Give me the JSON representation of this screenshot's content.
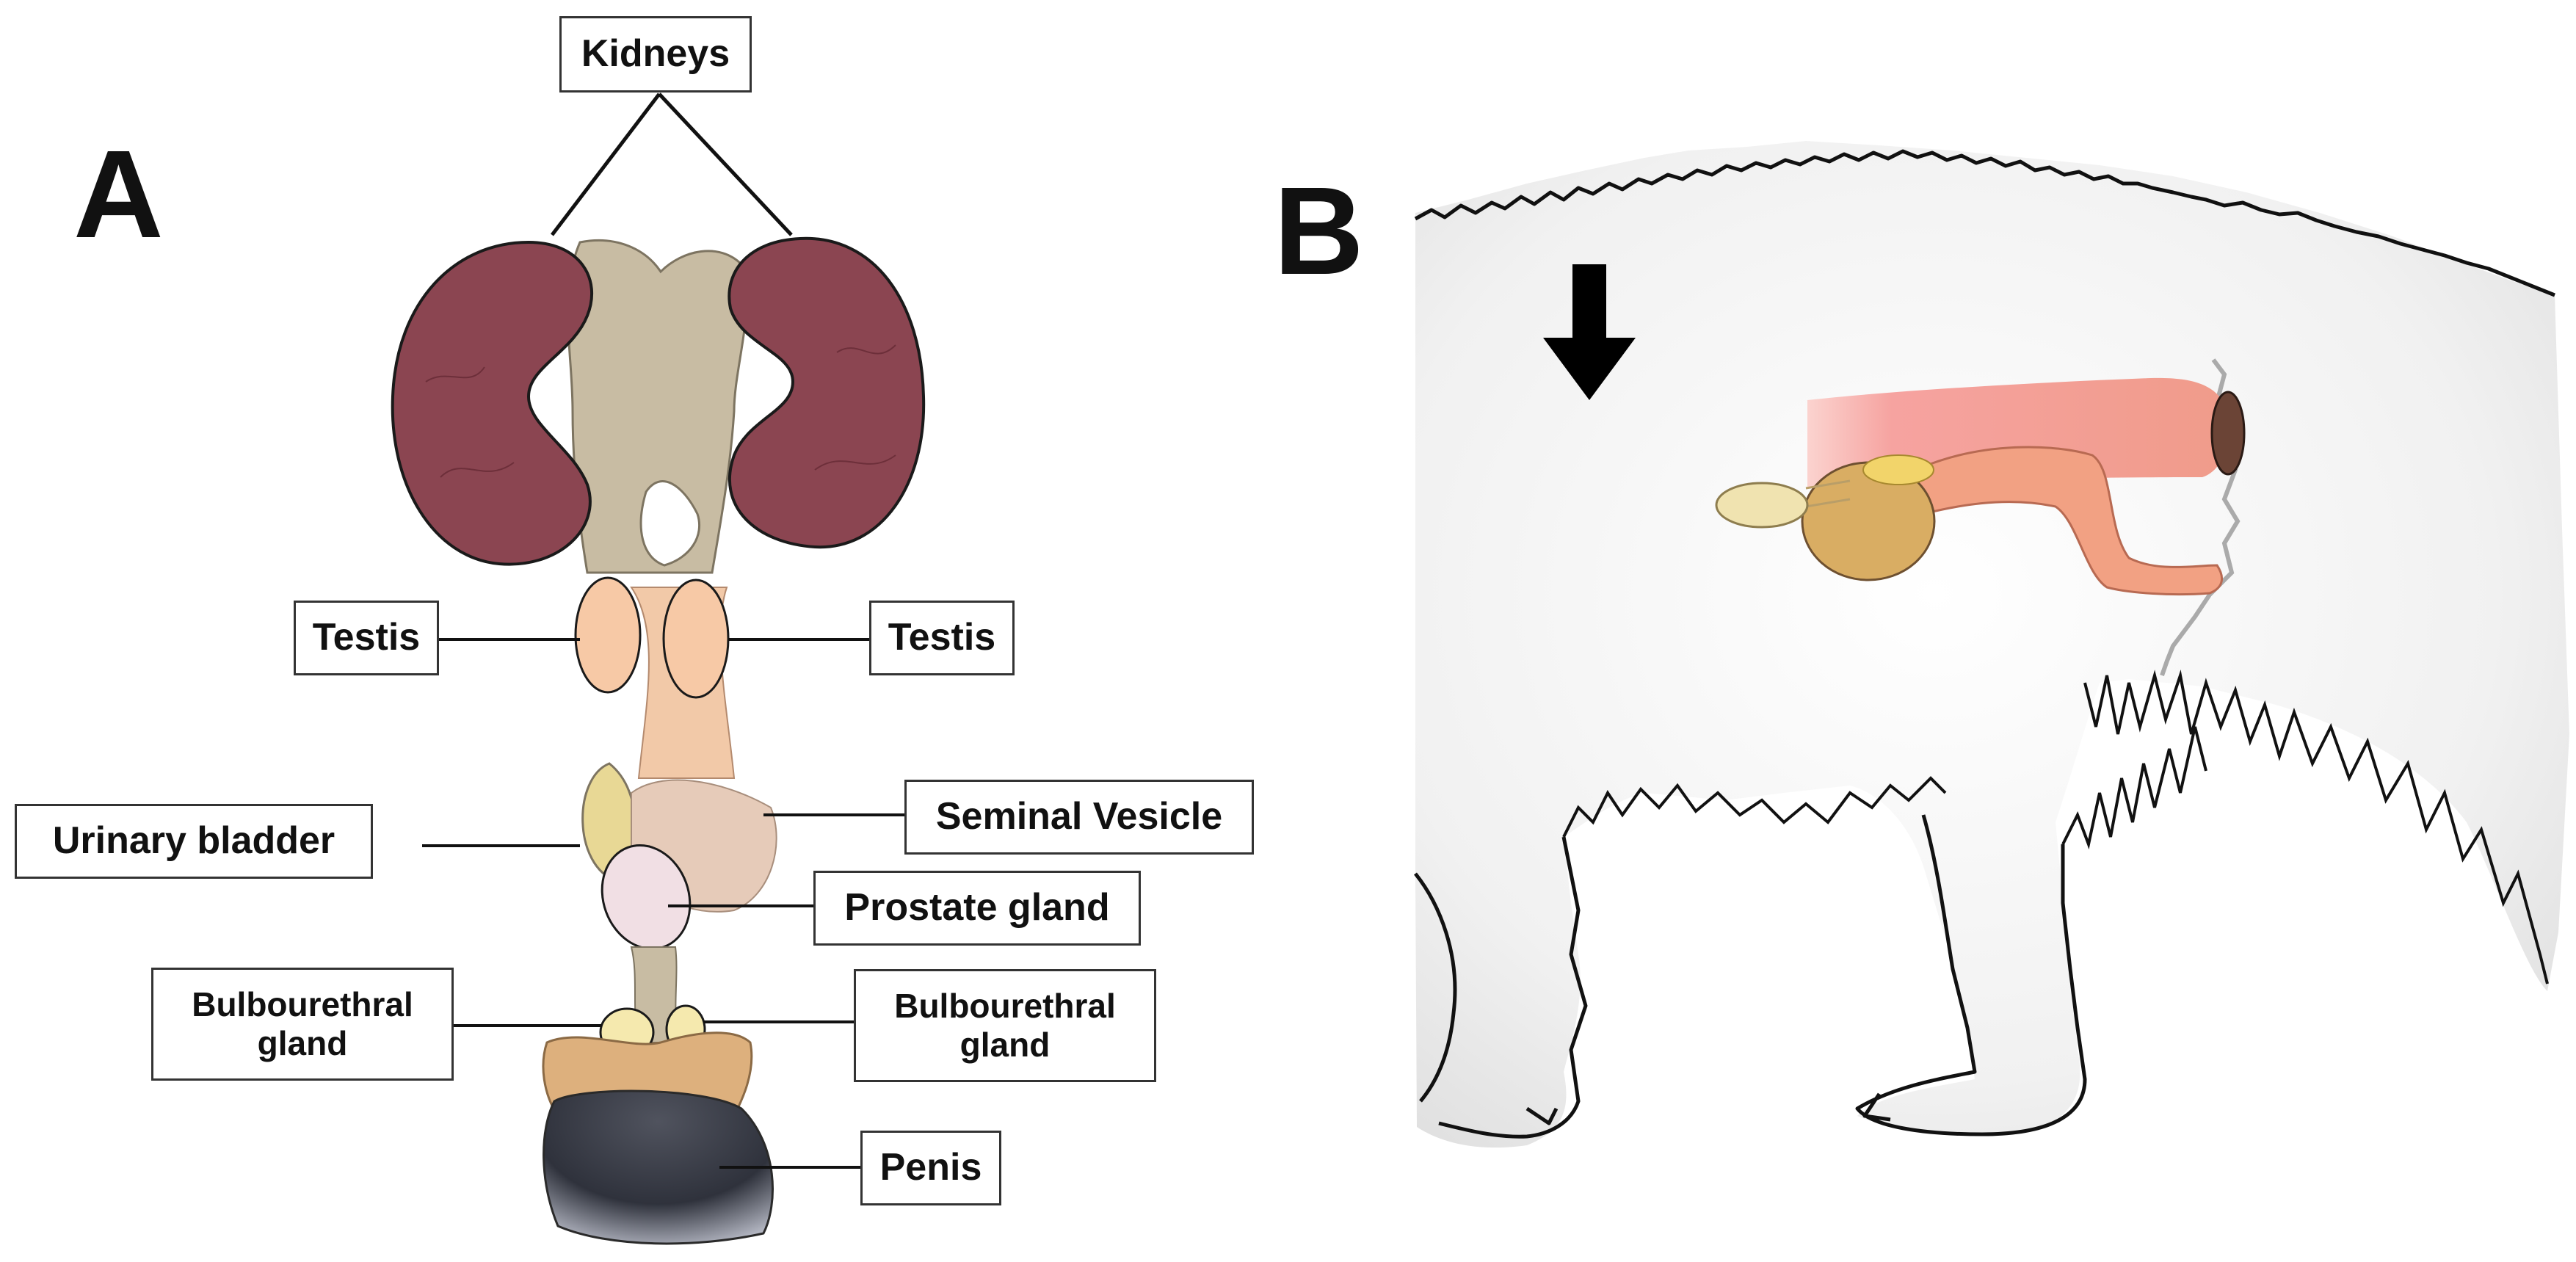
{
  "panels": {
    "a": "A",
    "b": "B"
  },
  "labels": {
    "kidneys": "Kidneys",
    "testis_left": "Testis",
    "testis_right": "Testis",
    "urinary_bladder": "Urinary bladder",
    "seminal_vesicle": "Seminal Vesicle",
    "prostate_gland": "Prostate gland",
    "bulbourethral_left": "Bulbourethral gland",
    "bulbourethral_right": "Bulbourethral gland",
    "penis": "Penis"
  },
  "colors": {
    "kidney": "#8b4551",
    "ureter_tissue": "#c8bca3",
    "testis": "#f7c9a6",
    "duct": "#f2c9a8",
    "bladder": "#e8d895",
    "seminal_vesicle": "#e6cbb9",
    "prostate": "#f1dfe4",
    "bulbourethral": "#f5e9ae",
    "prepuce_tissue": "#ddb07d",
    "penis_dark": "#3b3f4c",
    "rectum": "#f29a8e",
    "b_bladder": "#d9ad63",
    "b_bulbo": "#f0e3b0"
  },
  "icons": [
    "down-arrow-icon"
  ]
}
